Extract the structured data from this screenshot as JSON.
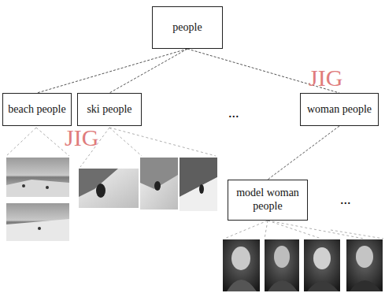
{
  "diagram": {
    "nodes": [
      {
        "text": [
          "people"
        ]
      },
      {
        "text": [
          "beach people"
        ]
      },
      {
        "text": [
          "ski people"
        ]
      },
      {
        "text": [
          "woman people"
        ]
      },
      {
        "text": [
          "model woman people"
        ]
      }
    ],
    "edges": [
      {
        "from": 0,
        "to": 1,
        "arrow": "none"
      },
      {
        "from": 0,
        "to": 2,
        "arrow": "none"
      },
      {
        "from": 0,
        "to": 3,
        "arrow": "none"
      },
      {
        "from": 3,
        "to": 4,
        "arrow": "none"
      }
    ],
    "labels": [
      "...",
      "...",
      "JIG",
      "JIG"
    ]
  }
}
